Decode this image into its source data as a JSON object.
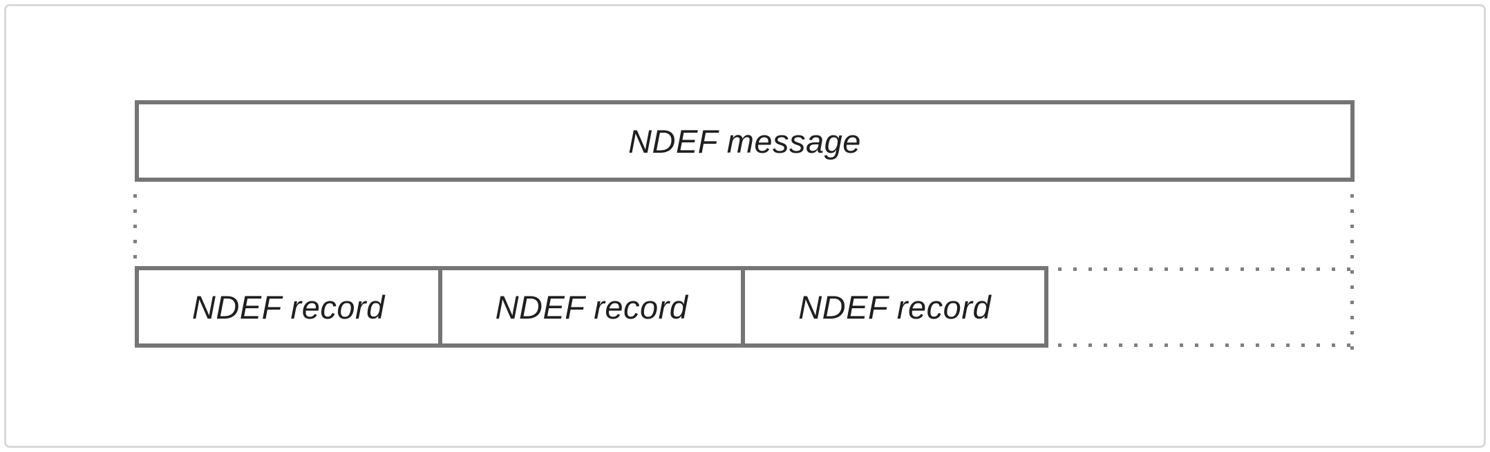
{
  "diagram": {
    "message_box": {
      "label": "NDEF message"
    },
    "records": [
      {
        "label": "NDEF record"
      },
      {
        "label": "NDEF record"
      },
      {
        "label": "NDEF record"
      }
    ],
    "connectors": {
      "left_vertical": "dotted",
      "right_vertical": "dotted",
      "top_horizontal": "dotted",
      "bottom_horizontal": "dotted"
    },
    "colors": {
      "box_border": "#757575",
      "dotted_line": "#7f7f7f",
      "text": "#1f1f1f",
      "frame_border": "#d9d9d9",
      "background": "#ffffff"
    }
  }
}
